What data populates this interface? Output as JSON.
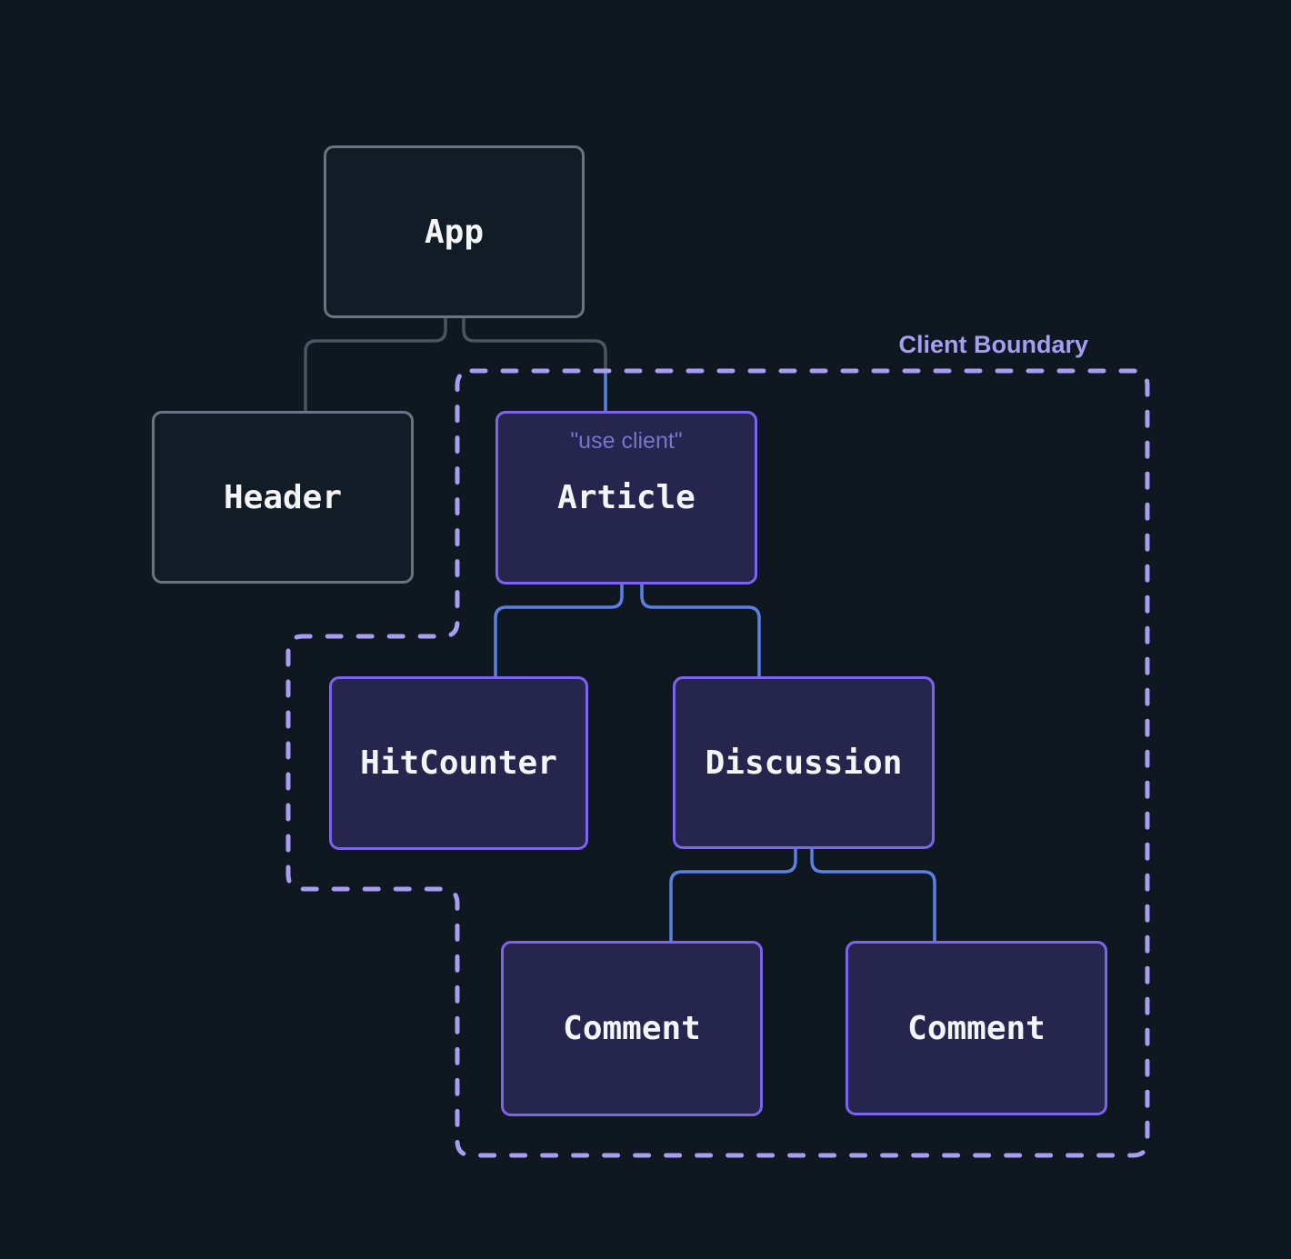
{
  "colors": {
    "background": "#0f1721",
    "server-node-fill": "#121c27",
    "server-node-border": "#6a7482",
    "client-node-fill": "#26254e",
    "client-node-border": "#7d64ec",
    "node-label": "#f4f5f7",
    "directive-text": "#7a73cc",
    "boundary": "#a79ef2",
    "edge-server": "#4a5561",
    "edge-client": "#5c80e2"
  },
  "boundary": {
    "label": "Client Boundary"
  },
  "nodes": [
    {
      "label": "App",
      "type": "server"
    },
    {
      "label": "Header",
      "type": "server"
    },
    {
      "label": "Article",
      "type": "client",
      "directive": "\"use client\""
    },
    {
      "label": "HitCounter",
      "type": "client"
    },
    {
      "label": "Discussion",
      "type": "client"
    },
    {
      "label": "Comment",
      "type": "client"
    },
    {
      "label": "Comment",
      "type": "client"
    }
  ],
  "edges": [
    {
      "from": "App",
      "to": "Header",
      "kind": "server"
    },
    {
      "from": "App",
      "to": "Article",
      "kind": "server-to-client"
    },
    {
      "from": "Article",
      "to": "HitCounter",
      "kind": "client"
    },
    {
      "from": "Article",
      "to": "Discussion",
      "kind": "client"
    },
    {
      "from": "Discussion",
      "to": "Comment",
      "kind": "client"
    },
    {
      "from": "Discussion",
      "to": "Comment",
      "kind": "client"
    }
  ]
}
